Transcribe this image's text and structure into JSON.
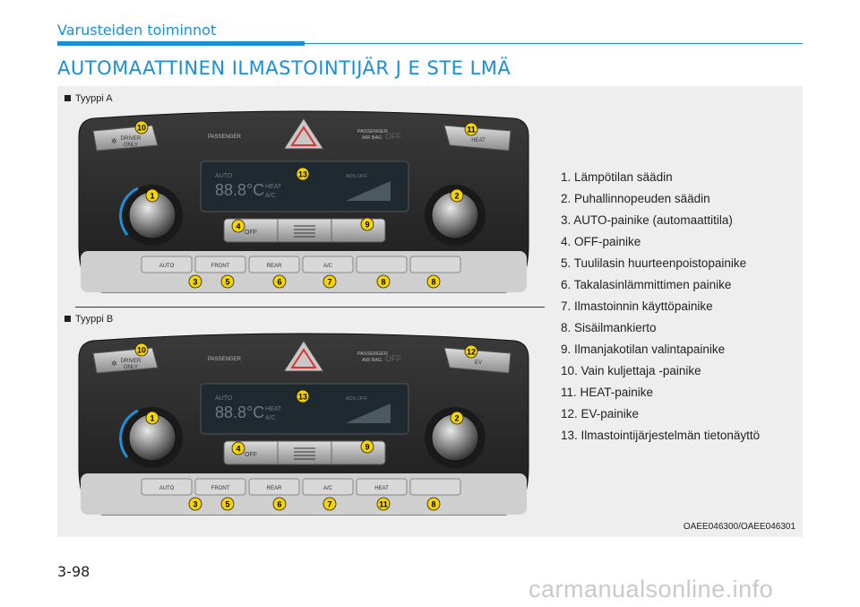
{
  "header": {
    "section": "Varusteiden toiminnot",
    "title": "AUTOMAATTINEN ILMASTOINTIJÄR J E STE LMÄ"
  },
  "figure": {
    "type_a_label": "Tyyppi A",
    "type_b_label": "Tyyppi B",
    "image_code": "OAEE046300/OAEE046301",
    "panel_a": {
      "driver_only": [
        "DRIVER",
        "ONLY"
      ],
      "right_button": "HEAT",
      "passenger": "PASSENGER",
      "airbag": [
        "PASSENGER",
        "AIR BAG"
      ],
      "airbag_status": "OFF",
      "display_auto": "AUTO",
      "display_temp": "88.8°C",
      "display_heat": "HEAT",
      "display_ac": "A/C",
      "display_ads": "ADS OFF",
      "off_label": "OFF",
      "bottom_buttons": [
        "AUTO",
        "FRONT",
        "REAR",
        "A/C",
        "",
        ""
      ],
      "callouts": {
        "c10": "10",
        "c11": "11",
        "c13": "13",
        "c1": "1",
        "c2": "2",
        "c4": "4",
        "c9": "9",
        "c3": "3",
        "c5": "5",
        "c6": "6",
        "c7": "7",
        "c8a": "8",
        "c8b": "8"
      }
    },
    "panel_b": {
      "driver_only": [
        "DRIVER",
        "ONLY"
      ],
      "right_button": "EV",
      "passenger": "PASSENGER",
      "airbag": [
        "PASSENGER",
        "AIR BAG"
      ],
      "airbag_status": "OFF",
      "display_auto": "AUTO",
      "display_temp": "88.8°C",
      "display_heat": "HEAT",
      "display_ac": "A/C",
      "display_ads": "ADS OFF",
      "off_label": "OFF",
      "bottom_buttons": [
        "AUTO",
        "FRONT",
        "REAR",
        "A/C",
        "HEAT",
        ""
      ],
      "callouts": {
        "c10": "10",
        "c11": "12",
        "c13": "13",
        "c1": "1",
        "c2": "2",
        "c4": "4",
        "c9": "9",
        "c3": "3",
        "c5": "5",
        "c6": "6",
        "c7": "7",
        "c8a": "11",
        "c8b": "8"
      }
    },
    "legend": [
      "1. Lämpötilan säädin",
      "2. Puhallinnopeuden säädin",
      "3. AUTO-painike (automaattitila)",
      "4. OFF-painike",
      "5. Tuulilasin huurteenpoistopainike",
      "6. Takalasinlämmittimen painike",
      "7. Ilmastoinnin käyttöpainike",
      "8. Sisäilmankierto",
      "9. Ilmanjakotilan valintapainike",
      "10. Vain kuljettaja -painike",
      "11. HEAT-painike",
      "12. EV-painike",
      "13. Ilmastointijärjestelmän tietonäyttö"
    ]
  },
  "footer": {
    "page_number": "3-98",
    "watermark": "carmanualsonline.info"
  },
  "colors": {
    "accent": "#1a8fd6",
    "figure_bg": "#eeeeee",
    "panel_dark": "#2b2b2b",
    "lcd": "#1e2a30"
  }
}
